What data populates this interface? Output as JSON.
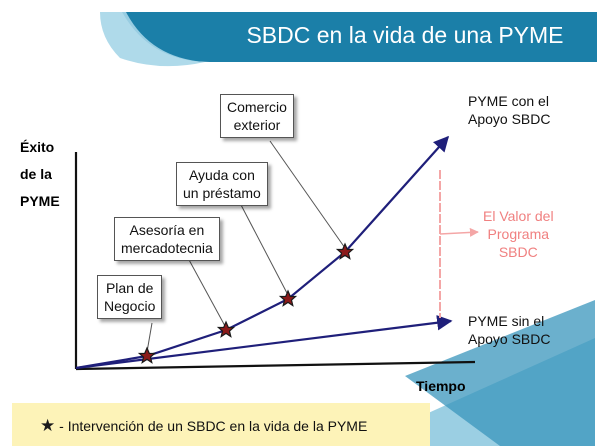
{
  "title": "SBDC en la vida de una PYME",
  "y_axis_label": [
    "Éxito",
    "de la",
    "PYME"
  ],
  "x_axis_label": "Tiempo",
  "callouts": [
    [
      "Plan de",
      "Negocio"
    ],
    [
      "Asesoría en",
      "mercadotecnia"
    ],
    [
      "Ayuda con",
      "un préstamo"
    ],
    [
      "Comercio",
      "exterior"
    ]
  ],
  "line_labels": {
    "with": [
      "PYME con el",
      "Apoyo SBDC"
    ],
    "without": [
      "PYME sin el",
      "Apoyo SBDC"
    ]
  },
  "value_label": [
    "El Valor del",
    "Programa",
    "SBDC"
  ],
  "footer_text": " - Intervención de un SBDC en la vida de la PYME",
  "colors": {
    "title_bar": "#1b7fa8",
    "line": "#1f1f7a",
    "value_arrow": "#f4a6a6",
    "star_fill": "#8b1a1a",
    "footer_bar": "#fdf3b8",
    "corner_dark": "#1b7fa8",
    "corner_light": "#9bcfe3"
  }
}
